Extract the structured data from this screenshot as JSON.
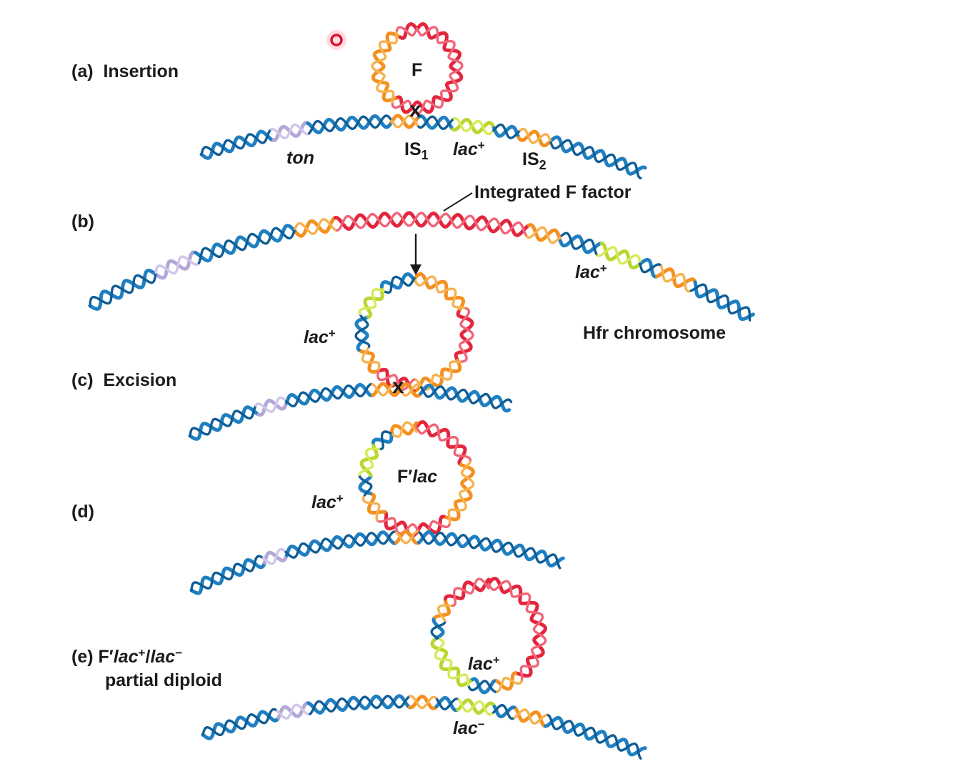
{
  "colors": {
    "blue": "#1f7fc1",
    "blue_dark": "#0f5d96",
    "red": "#e3263d",
    "red_light": "#f06477",
    "orange": "#f39020",
    "orange_light": "#f6b24e",
    "green": "#b9d631",
    "green_light": "#d6ea55",
    "lavender": "#b3a6d8",
    "lavender_light": "#cfc5e8",
    "text": "#1b1b1b",
    "dot": "#e0102d"
  },
  "panels": {
    "a": {
      "tag": "(a)",
      "title": "Insertion",
      "plasmid_label": "F",
      "ton": "ton",
      "is1": "IS",
      "is1_sub": "1",
      "lac": "lac",
      "lac_sup": "+",
      "is2": "IS",
      "is2_sub": "2",
      "crossover": "x"
    },
    "b": {
      "tag": "(b)",
      "integrated": "Integrated F factor",
      "lac": "lac",
      "lac_sup": "+",
      "hfr": "Hfr chromosome"
    },
    "c": {
      "tag": "(c)",
      "title": "Excision",
      "lac": "lac",
      "lac_sup": "+",
      "crossover": "x"
    },
    "d": {
      "tag": "(d)",
      "plasmid_f": "F′",
      "plasmid_lac": "lac",
      "lac": "lac",
      "lac_sup": "+"
    },
    "e": {
      "tag": "(e)",
      "line1_f": "F′",
      "line1_lac": "lac",
      "line1_sup": "+",
      "line1_slash": "/",
      "line1_lac2": "lac",
      "line1_sup2": "−",
      "line2": "partial diploid",
      "ring_lac": "lac",
      "ring_sup": "+",
      "chrom_lac": "lac",
      "chrom_sup": "−"
    }
  }
}
